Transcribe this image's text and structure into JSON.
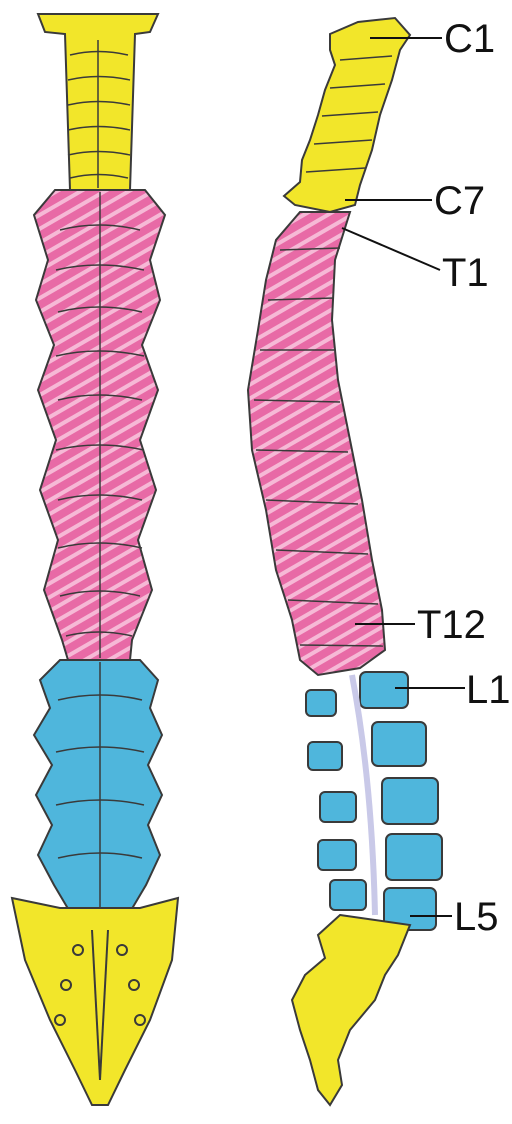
{
  "colors": {
    "cervical": "#f2e62a",
    "thoracic": "#e86aa6",
    "lumbar": "#4fb6dc",
    "sacrum": "#f2e62a",
    "outline": "#3a3a3a",
    "stripe": "#f6b9d6"
  },
  "labels": [
    {
      "id": "c1",
      "text": "C1"
    },
    {
      "id": "c7",
      "text": "C7"
    },
    {
      "id": "t1",
      "text": "T1"
    },
    {
      "id": "t12",
      "text": "T12"
    },
    {
      "id": "l1",
      "text": "L1"
    },
    {
      "id": "l5",
      "text": "L5"
    }
  ]
}
